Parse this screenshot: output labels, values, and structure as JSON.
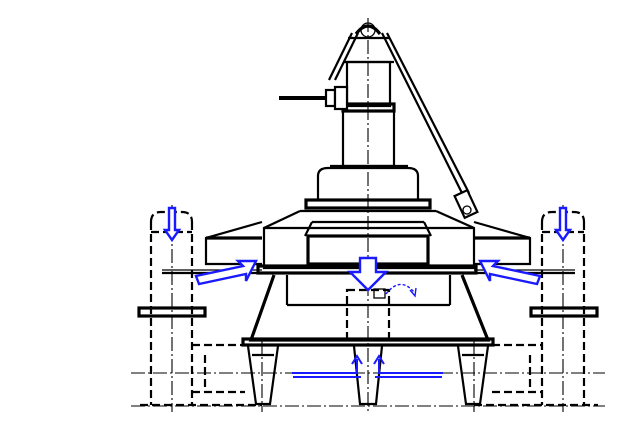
{
  "diagram": {
    "colors": {
      "line": "#000000",
      "flow": "#1a1aff",
      "background": "#ffffff"
    },
    "flow_arrows": [
      {
        "id": "left-column-down",
        "direction": "down"
      },
      {
        "id": "right-column-down",
        "direction": "down"
      },
      {
        "id": "center-down",
        "direction": "down"
      },
      {
        "id": "left-outlet",
        "direction": "down-left"
      },
      {
        "id": "right-outlet",
        "direction": "down-right"
      },
      {
        "id": "lower-left-up",
        "direction": "up"
      },
      {
        "id": "lower-right-up",
        "direction": "up"
      },
      {
        "id": "rotation-indicator",
        "direction": "clockwise"
      }
    ]
  }
}
